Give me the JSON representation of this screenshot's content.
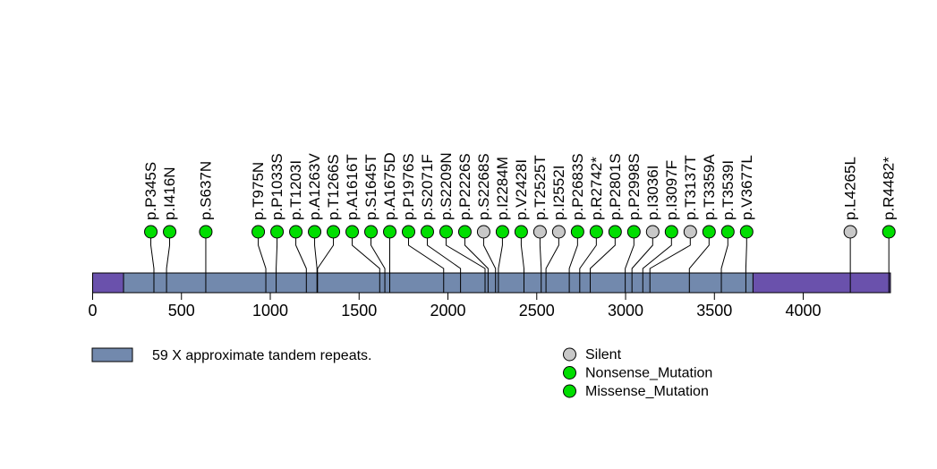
{
  "figure": {
    "background": "#ffffff"
  },
  "chart_data": {
    "type": "lollipop",
    "title": "",
    "xlabel": "",
    "grid": false,
    "axis": {
      "ticks": [
        0,
        500,
        1000,
        1500,
        2000,
        2500,
        3000,
        3500,
        4000
      ],
      "xlim": [
        0,
        4491
      ]
    },
    "protein": {
      "length": 4491,
      "track_color": "#6a51ac",
      "track_border": "#000000"
    },
    "domains": [
      {
        "label": "59 X approximate tandem repeats.",
        "start": 174,
        "end": 3717,
        "color": "#7289ad"
      }
    ],
    "mutation_types": {
      "Silent": "#c8c8c8",
      "Nonsense_Mutation": "#00de00",
      "Missense_Mutation": "#00de00"
    },
    "mutations": [
      {
        "label": "p.P345S",
        "pos": 345,
        "type": "Missense_Mutation"
      },
      {
        "label": "p.I416N",
        "pos": 416,
        "type": "Missense_Mutation"
      },
      {
        "label": "p.S637N",
        "pos": 637,
        "type": "Missense_Mutation"
      },
      {
        "label": "p.T975N",
        "pos": 975,
        "type": "Missense_Mutation"
      },
      {
        "label": "p.P1033S",
        "pos": 1033,
        "type": "Missense_Mutation"
      },
      {
        "label": "p.T1203I",
        "pos": 1203,
        "type": "Missense_Mutation"
      },
      {
        "label": "p.A1263V",
        "pos": 1263,
        "type": "Missense_Mutation"
      },
      {
        "label": "p.T1266S",
        "pos": 1266,
        "type": "Missense_Mutation"
      },
      {
        "label": "p.A1616T",
        "pos": 1616,
        "type": "Missense_Mutation"
      },
      {
        "label": "p.S1645T",
        "pos": 1645,
        "type": "Missense_Mutation"
      },
      {
        "label": "p.A1675D",
        "pos": 1675,
        "type": "Missense_Mutation"
      },
      {
        "label": "p.P1976S",
        "pos": 1976,
        "type": "Missense_Mutation"
      },
      {
        "label": "p.S2071F",
        "pos": 2071,
        "type": "Missense_Mutation"
      },
      {
        "label": "p.S2209N",
        "pos": 2209,
        "type": "Missense_Mutation"
      },
      {
        "label": "p.P2226S",
        "pos": 2226,
        "type": "Missense_Mutation"
      },
      {
        "label": "p.S2268S",
        "pos": 2268,
        "type": "Silent"
      },
      {
        "label": "p.I2284M",
        "pos": 2284,
        "type": "Missense_Mutation"
      },
      {
        "label": "p.V2428I",
        "pos": 2428,
        "type": "Missense_Mutation"
      },
      {
        "label": "p.T2525T",
        "pos": 2525,
        "type": "Silent"
      },
      {
        "label": "p.I2552I",
        "pos": 2552,
        "type": "Silent"
      },
      {
        "label": "p.P2683S",
        "pos": 2683,
        "type": "Missense_Mutation"
      },
      {
        "label": "p.R2742*",
        "pos": 2742,
        "type": "Nonsense_Mutation"
      },
      {
        "label": "p.P2801S",
        "pos": 2801,
        "type": "Missense_Mutation"
      },
      {
        "label": "p.P2998S",
        "pos": 2998,
        "type": "Missense_Mutation"
      },
      {
        "label": "p.I3036I",
        "pos": 3036,
        "type": "Silent"
      },
      {
        "label": "p.I3097F",
        "pos": 3097,
        "type": "Missense_Mutation"
      },
      {
        "label": "p.T3137T",
        "pos": 3137,
        "type": "Silent"
      },
      {
        "label": "p.T3359A",
        "pos": 3359,
        "type": "Missense_Mutation"
      },
      {
        "label": "p.T3539I",
        "pos": 3539,
        "type": "Missense_Mutation"
      },
      {
        "label": "p.V3677L",
        "pos": 3677,
        "type": "Missense_Mutation"
      },
      {
        "label": "p.L4265L",
        "pos": 4265,
        "type": "Silent"
      },
      {
        "label": "p.R4482*",
        "pos": 4482,
        "type": "Nonsense_Mutation"
      }
    ],
    "legend": {
      "domain": {
        "label": "59 X approximate tandem repeats.",
        "color": "#7289ad"
      },
      "items": [
        {
          "label": "Silent",
          "color": "#c8c8c8"
        },
        {
          "label": "Nonsense_Mutation",
          "color": "#00de00"
        },
        {
          "label": "Missense_Mutation",
          "color": "#00de00"
        }
      ]
    }
  }
}
